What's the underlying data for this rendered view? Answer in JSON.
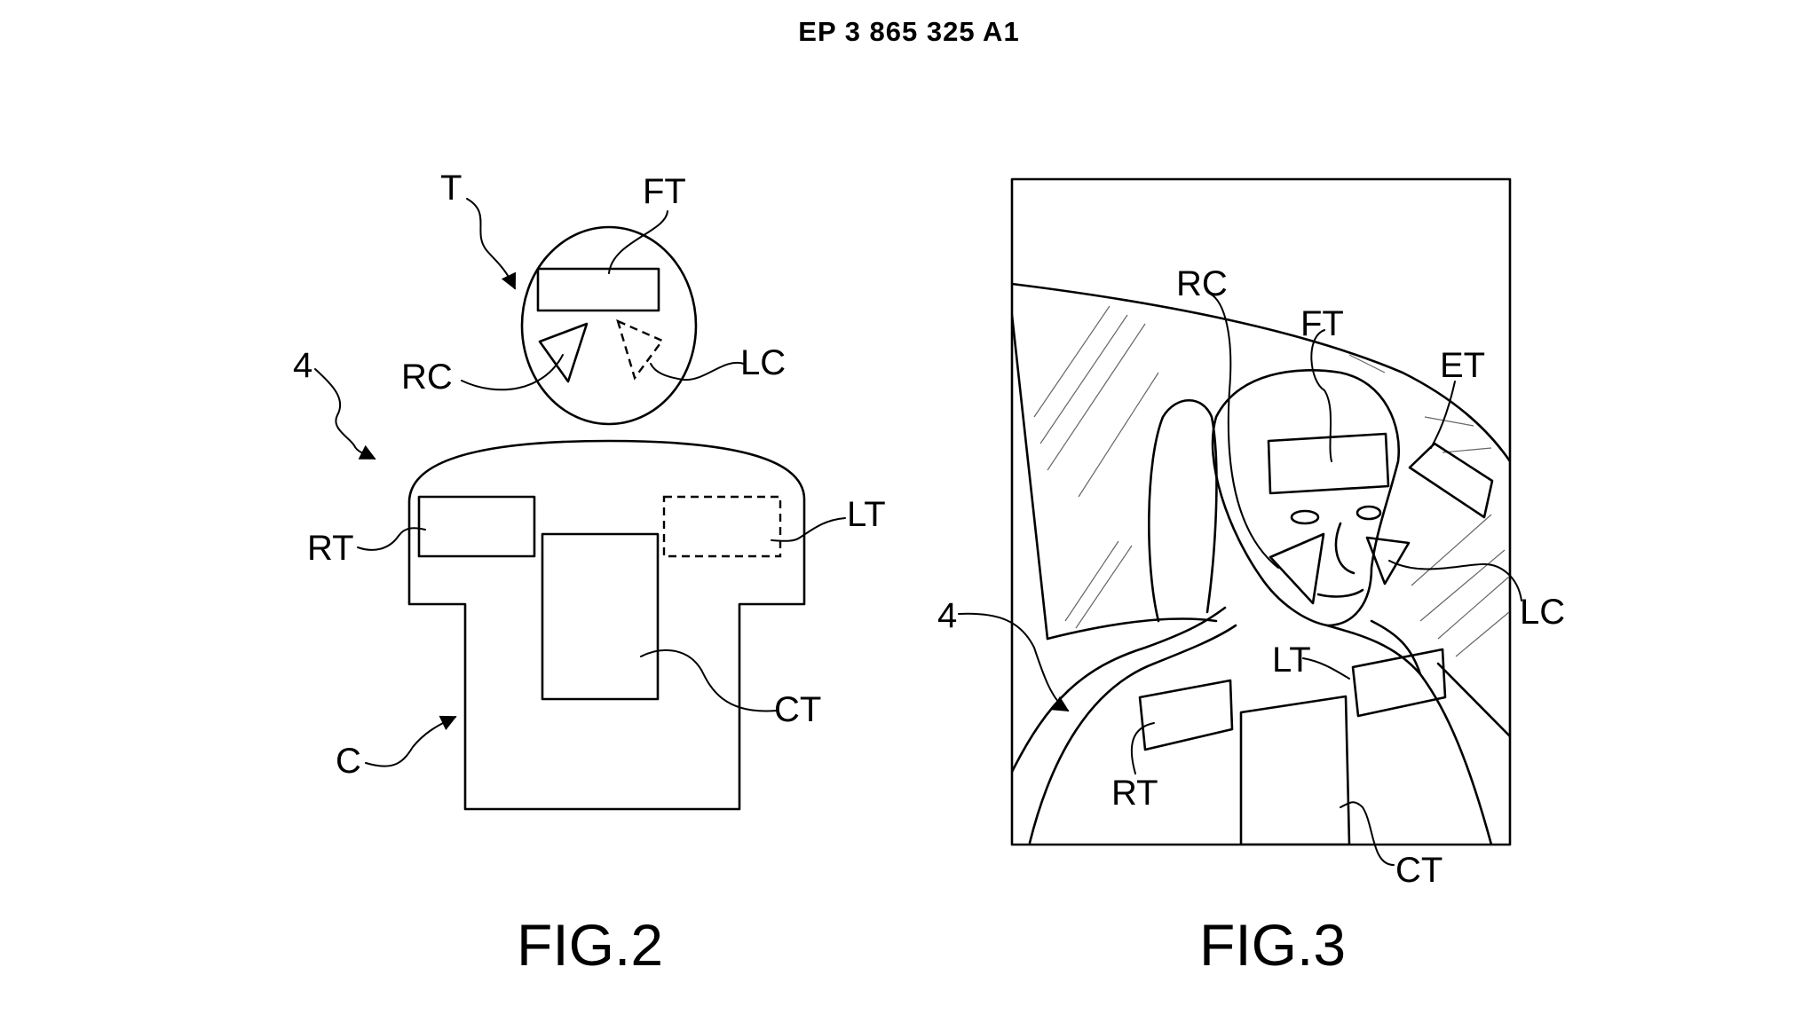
{
  "document": {
    "header": "EP 3 865 325 A1"
  },
  "fig2": {
    "caption": "FIG.2",
    "labels": {
      "T": "T",
      "FT": "FT",
      "four": "4",
      "RC": "RC",
      "LC": "LC",
      "RT": "RT",
      "LT": "LT",
      "CT": "CT",
      "C": "C"
    }
  },
  "fig3": {
    "caption": "FIG.3",
    "labels": {
      "RC": "RC",
      "FT": "FT",
      "ET": "ET",
      "four": "4",
      "LC": "LC",
      "LT": "LT",
      "RT": "RT",
      "CT": "CT"
    }
  }
}
